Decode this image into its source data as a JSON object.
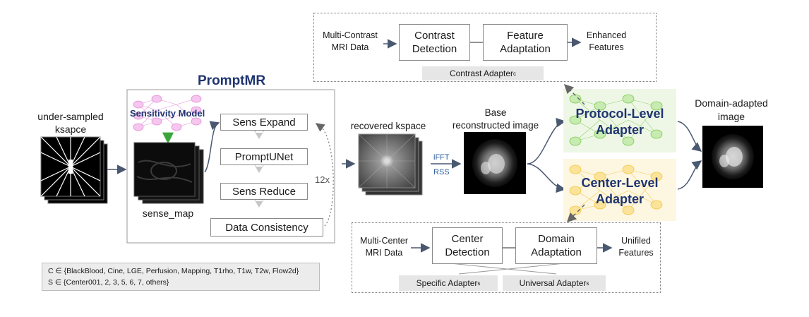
{
  "input": {
    "title_line1": "under-sampled",
    "title_line2": "ksapce"
  },
  "promptmr": {
    "title": "PromptMR",
    "sensitivity_model": "Sensitivity Model",
    "sense_map_label": "sense_map",
    "steps": [
      "Sens Expand",
      "PromptUNet",
      "Sens Reduce",
      "Data Consistency"
    ],
    "repeat_label": "12x"
  },
  "recovered": {
    "label": "recovered kspace",
    "ifft": "iFFT",
    "rss": "RSS"
  },
  "base": {
    "line1": "Base",
    "line2": "reconstructed image"
  },
  "protocol_adapter": {
    "line1": "Protocol-Level",
    "line2": "Adapter"
  },
  "center_adapter": {
    "line1": "Center-Level",
    "line2": "Adapter"
  },
  "output": {
    "line1": "Domain-adapted",
    "line2": "image"
  },
  "contrast_panel": {
    "input_line1": "Multi-Contrast",
    "input_line2": "MRI Data",
    "box1_line1": "Contrast",
    "box1_line2": "Detection",
    "box2_line1": "Feature",
    "box2_line2": "Adaptation",
    "out_line1": "Enhanced",
    "out_line2": "Features",
    "tag": "Contrast Adapter",
    "tag_sub": "c"
  },
  "center_panel": {
    "input_line1": "Multi-Center",
    "input_line2": "MRI Data",
    "box1_line1": "Center",
    "box1_line2": "Detection",
    "box2_line1": "Domain",
    "box2_line2": "Adaptation",
    "out_line1": "Unifiled",
    "out_line2": "Features",
    "tag1": "Specific Adapter",
    "tag1_sub": "s",
    "tag2": "Universal Adapter",
    "tag2_sub": "s"
  },
  "legend": {
    "line1": "C ∈ {BlackBlood, Cine, LGE, Perfusion, Mapping, T1rho, T1w, T2w, Flow2d}",
    "line2": "S ∈ {Center001, 2, 3, 5, 6, 7, others}"
  },
  "colors": {
    "title_blue": "#1f3470",
    "green_net": "#7ccb52",
    "yellow_net": "#f2c744",
    "pink_net": "#e48ad8",
    "arrow": "#4a5870"
  }
}
